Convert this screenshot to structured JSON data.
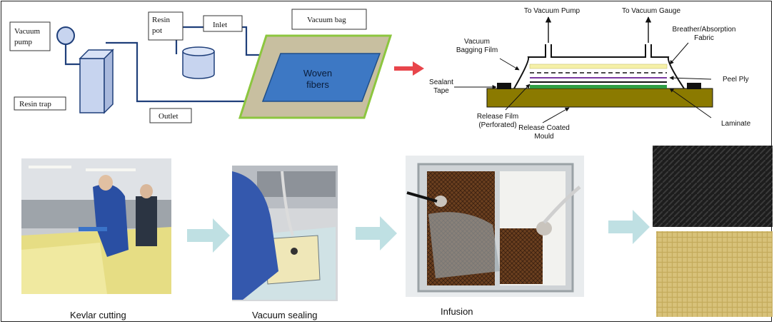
{
  "schematic": {
    "vacuum_pump_line1": "Vacuum",
    "vacuum_pump_line2": "pump",
    "resin_trap": "Resin trap",
    "resin_pot_line1": "Resin",
    "resin_pot_line2": "pot",
    "inlet": "Inlet",
    "outlet": "Outlet",
    "vacuum_bag": "Vacuum bag",
    "woven_line1": "Woven",
    "woven_line2": "fibers"
  },
  "cross_section": {
    "to_vacuum_pump": "To Vacuum Pump",
    "to_vacuum_gauge": "To Vacuum Gauge",
    "breather_line1": "Breather/Absorption",
    "breather_line2": "Fabric",
    "bagging_film_line1": "Vacuum",
    "bagging_film_line2": "Bagging Film",
    "sealant_line1": "Sealant",
    "sealant_line2": "Tape",
    "peel_ply": "Peel Ply",
    "release_film_line1": "Release Film",
    "release_film_line2": "(Perforated)",
    "mould_line1": "Release Coated",
    "mould_line2": "Mould",
    "laminate": "Laminate"
  },
  "steps": {
    "kevlar_cutting": "Kevlar cutting",
    "vacuum_sealing": "Vacuum sealing",
    "infusion": "Infusion"
  },
  "colors": {
    "pipe": "#1f3f7a",
    "equipment_fill": "#c7d4ef",
    "bag_fill": "#c8bfa0",
    "bag_border": "#8cc63f",
    "fiber_fill": "#3d78c4",
    "red_arrow": "#e8454b",
    "flow_arrow": "#bfe0e3",
    "mould_fill": "#8b7a00",
    "laminate_green": "#2f9e44",
    "breather_yellow": "#f5f0a8"
  }
}
